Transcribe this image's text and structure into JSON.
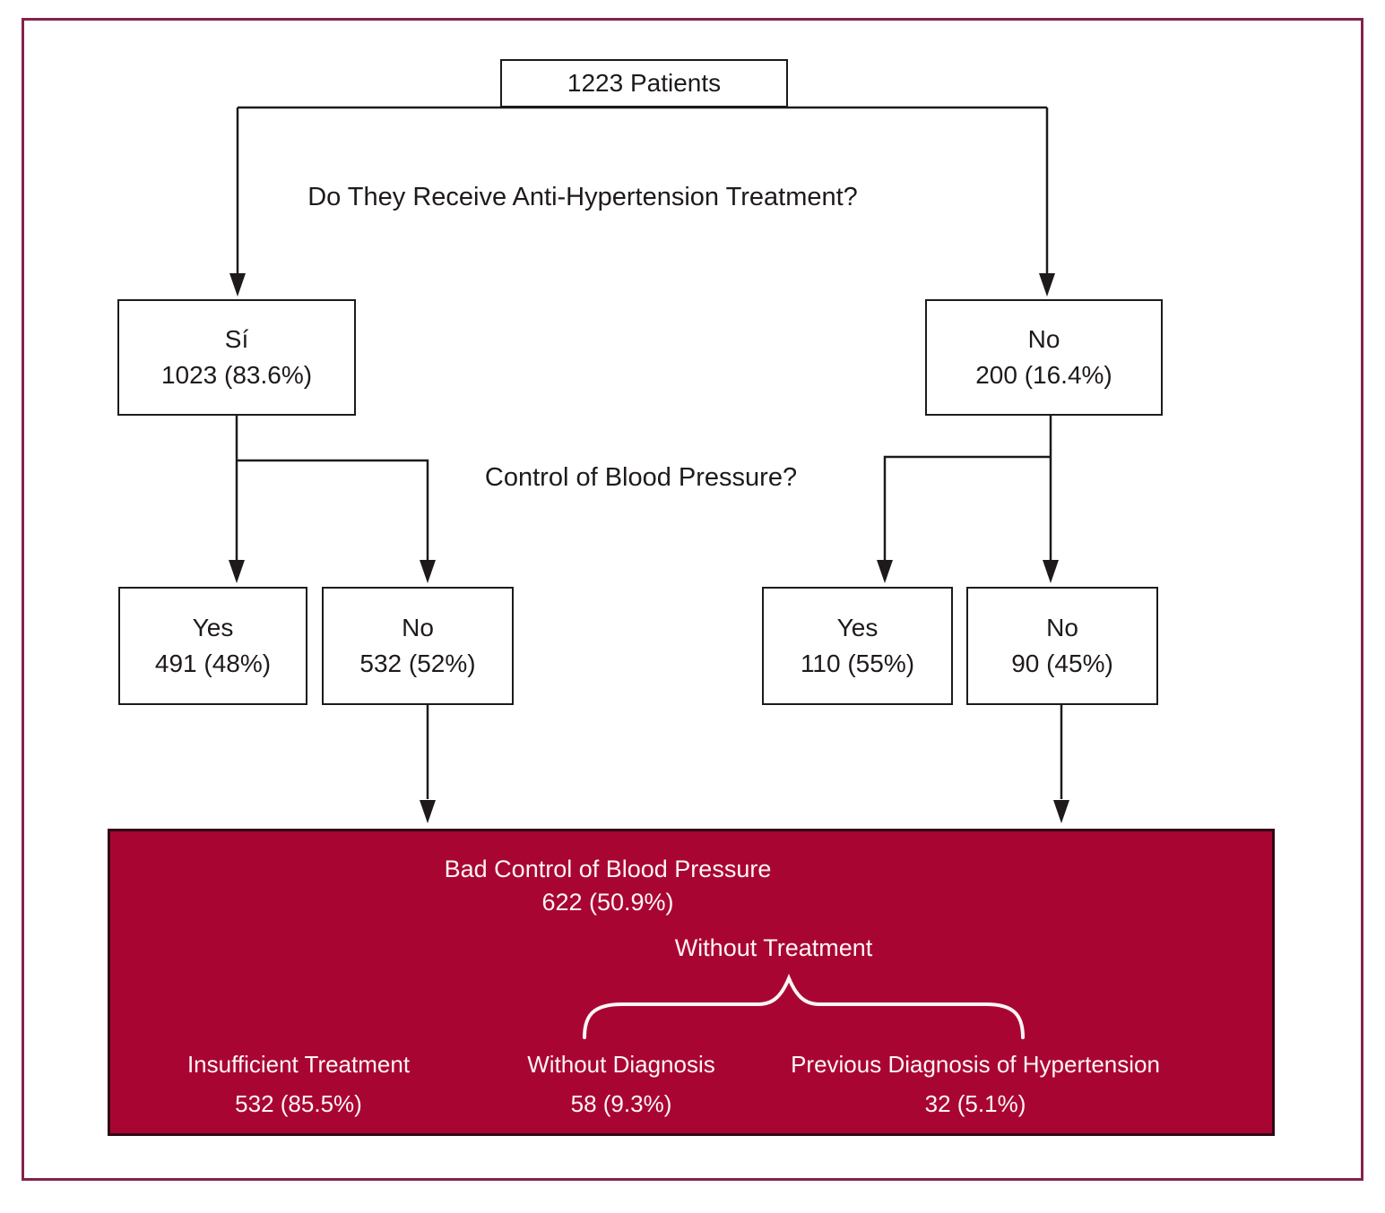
{
  "diagram": {
    "root": {
      "label": "1223 Patients"
    },
    "question_treatment": "Do They Receive Anti-Hypertension Treatment?",
    "question_control": "Control of Blood Pressure?",
    "treated": {
      "answer": "Sí",
      "value": "1023 (83.6%)"
    },
    "untreated": {
      "answer": "No",
      "value": "200 (16.4%)"
    },
    "treated_controlled": {
      "answer": "Yes",
      "value": "491 (48%)"
    },
    "treated_uncontrolled": {
      "answer": "No",
      "value": "532 (52%)"
    },
    "untreated_controlled": {
      "answer": "Yes",
      "value": "110 (55%)"
    },
    "untreated_uncontrolled": {
      "answer": "No",
      "value": "90 (45%)"
    },
    "outcome": {
      "title": "Bad Control of Blood Pressure",
      "value": "622 (50.9%)",
      "without_treatment_label": "Without Treatment",
      "groups": [
        {
          "label": "Insufficient Treatment",
          "value": "532 (85.5%)"
        },
        {
          "label": "Without Diagnosis",
          "value": "58 (9.3%)"
        },
        {
          "label": "Previous Diagnosis of Hypertension",
          "value": "32 (5.1%)"
        }
      ]
    },
    "colors": {
      "highlight": "#a90533",
      "highlight_border": "#300914",
      "frame": "#84224a",
      "line": "#1e1a1b",
      "node_text": "#1e1a1b",
      "panel_text": "#fdf6f6"
    }
  }
}
